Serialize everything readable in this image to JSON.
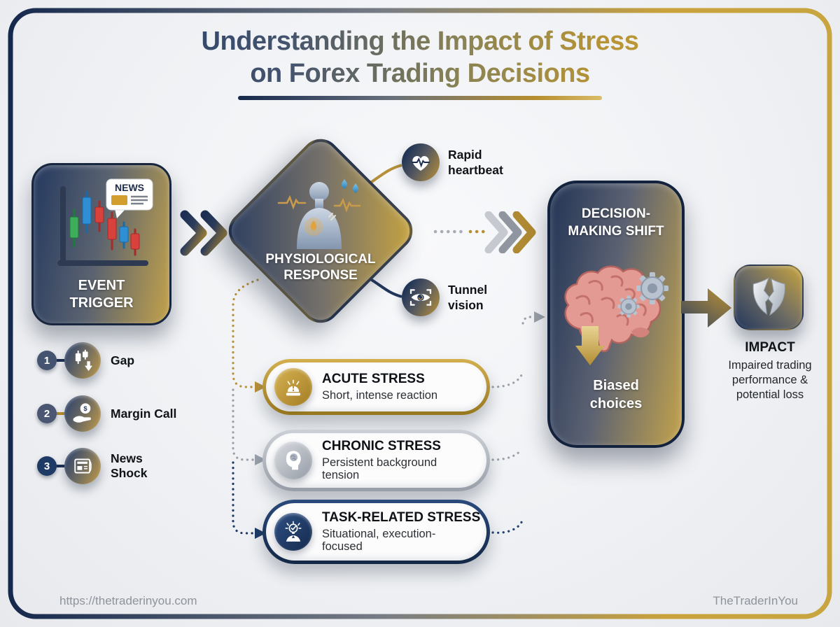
{
  "title": {
    "line1": "Understanding the Impact of Stress",
    "line2": "on Forex Trading Decisions"
  },
  "stages": {
    "event_trigger": {
      "label": "EVENT TRIGGER",
      "news_badge": "NEWS"
    },
    "physiological": {
      "label": "PHYSIOLOGICAL RESPONSE"
    },
    "decision": {
      "label": "DECISION-MAKING SHIFT",
      "result": "Biased choices"
    },
    "impact": {
      "label": "IMPACT",
      "description": "Impaired trading performance & potential loss"
    }
  },
  "triggers": [
    {
      "number": "1",
      "label": "Gap"
    },
    {
      "number": "2",
      "label": "Margin Call"
    },
    {
      "number": "3",
      "label": "News Shock"
    }
  ],
  "symptoms": [
    {
      "label": "Rapid heartbeat"
    },
    {
      "label": "Tunnel vision"
    }
  ],
  "stress_types": [
    {
      "title": "ACUTE STRESS",
      "description": "Short, intense reaction",
      "accent": "#b78a2e"
    },
    {
      "title": "CHRONIC STRESS",
      "description": "Persistent background tension",
      "accent": "#aab0b8"
    },
    {
      "title": "TASK-RELATED STRESS",
      "description": "Situational, execution-focused",
      "accent": "#1d3a66"
    }
  ],
  "icons": {
    "coin_symbol": "$"
  },
  "footer": {
    "url": "https://thetraderinyou.com",
    "brand": "TheTraderInYou"
  },
  "colors": {
    "navy": "#1d3054",
    "gold": "#b78e2e",
    "silver": "#9aa1aa",
    "background": "#eef0f3",
    "candle_green": "#3fae5c",
    "candle_red": "#d9413d",
    "candle_blue": "#2f8fd4",
    "brain_pink": "#e39a92"
  }
}
